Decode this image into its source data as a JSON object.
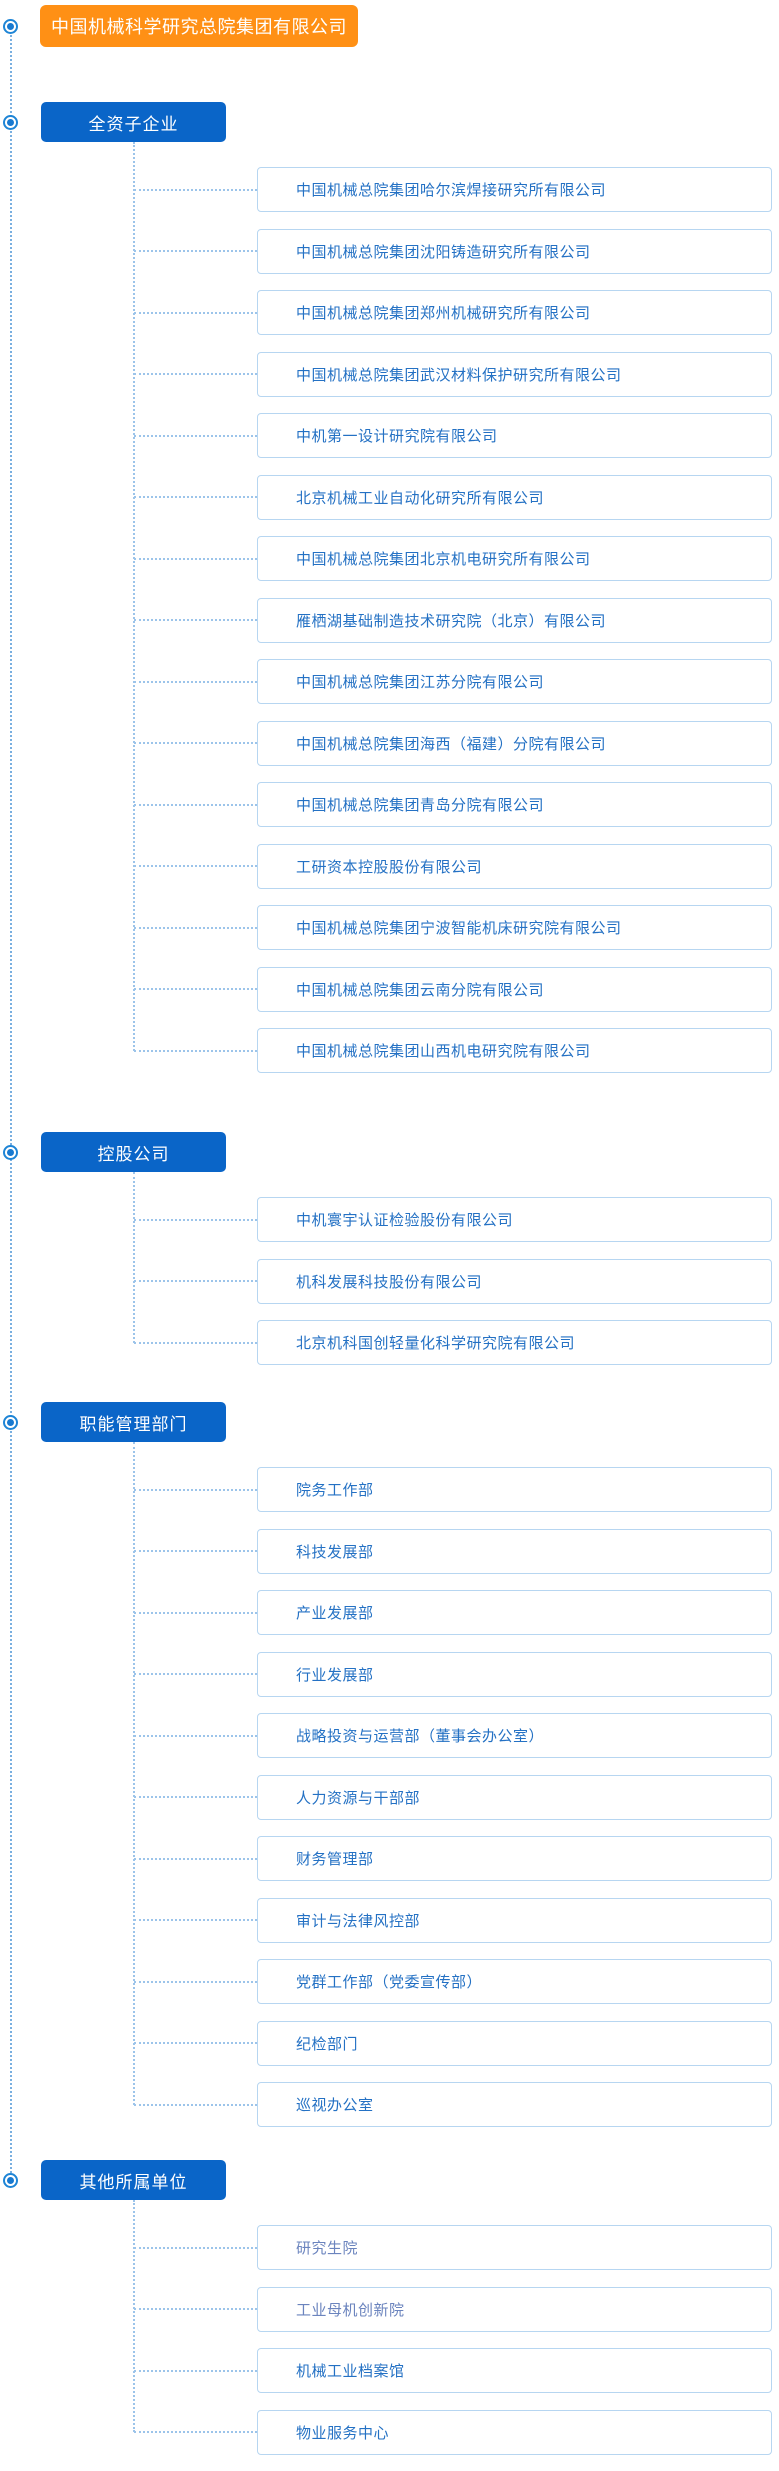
{
  "root": {
    "title": "中国机械科学研究总院集团有限公司"
  },
  "colors": {
    "root_node_bg": "#ff9015",
    "section_node_bg": "#0a65c8",
    "item_text": "#2471c4",
    "item_text_visited": "#6b84be",
    "item_border": "#b7d6f1",
    "connector_dots": "#9cc4ea",
    "trunk_dots": "#79afe0",
    "bullet_blue": "#1e85d6"
  },
  "icons": {
    "node_bullet": "radio-dot-circle"
  },
  "sections": [
    {
      "label": "全资子企业",
      "items": [
        {
          "label": "中国机械总院集团哈尔滨焊接研究所有限公司"
        },
        {
          "label": "中国机械总院集团沈阳铸造研究所有限公司"
        },
        {
          "label": "中国机械总院集团郑州机械研究所有限公司"
        },
        {
          "label": "中国机械总院集团武汉材料保护研究所有限公司"
        },
        {
          "label": "中机第一设计研究院有限公司"
        },
        {
          "label": "北京机械工业自动化研究所有限公司"
        },
        {
          "label": "中国机械总院集团北京机电研究所有限公司"
        },
        {
          "label": "雁栖湖基础制造技术研究院（北京）有限公司"
        },
        {
          "label": "中国机械总院集团江苏分院有限公司"
        },
        {
          "label": "中国机械总院集团海西（福建）分院有限公司"
        },
        {
          "label": "中国机械总院集团青岛分院有限公司"
        },
        {
          "label": "工研资本控股股份有限公司"
        },
        {
          "label": "中国机械总院集团宁波智能机床研究院有限公司"
        },
        {
          "label": "中国机械总院集团云南分院有限公司"
        },
        {
          "label": "中国机械总院集团山西机电研究院有限公司"
        }
      ]
    },
    {
      "label": "控股公司",
      "items": [
        {
          "label": "中机寰宇认证检验股份有限公司"
        },
        {
          "label": "机科发展科技股份有限公司"
        },
        {
          "label": "北京机科国创轻量化科学研究院有限公司"
        }
      ]
    },
    {
      "label": "职能管理部门",
      "items": [
        {
          "label": "院务工作部"
        },
        {
          "label": "科技发展部"
        },
        {
          "label": "产业发展部"
        },
        {
          "label": "行业发展部"
        },
        {
          "label": "战略投资与运营部（董事会办公室）"
        },
        {
          "label": "人力资源与干部部"
        },
        {
          "label": "财务管理部"
        },
        {
          "label": "审计与法律风控部"
        },
        {
          "label": "党群工作部（党委宣传部）"
        },
        {
          "label": "纪检部门"
        },
        {
          "label": "巡视办公室"
        }
      ]
    },
    {
      "label": "其他所属单位",
      "items": [
        {
          "label": "研究生院",
          "muted": true
        },
        {
          "label": "工业母机创新院",
          "muted": true
        },
        {
          "label": "机械工业档案馆"
        },
        {
          "label": "物业服务中心"
        }
      ]
    }
  ]
}
